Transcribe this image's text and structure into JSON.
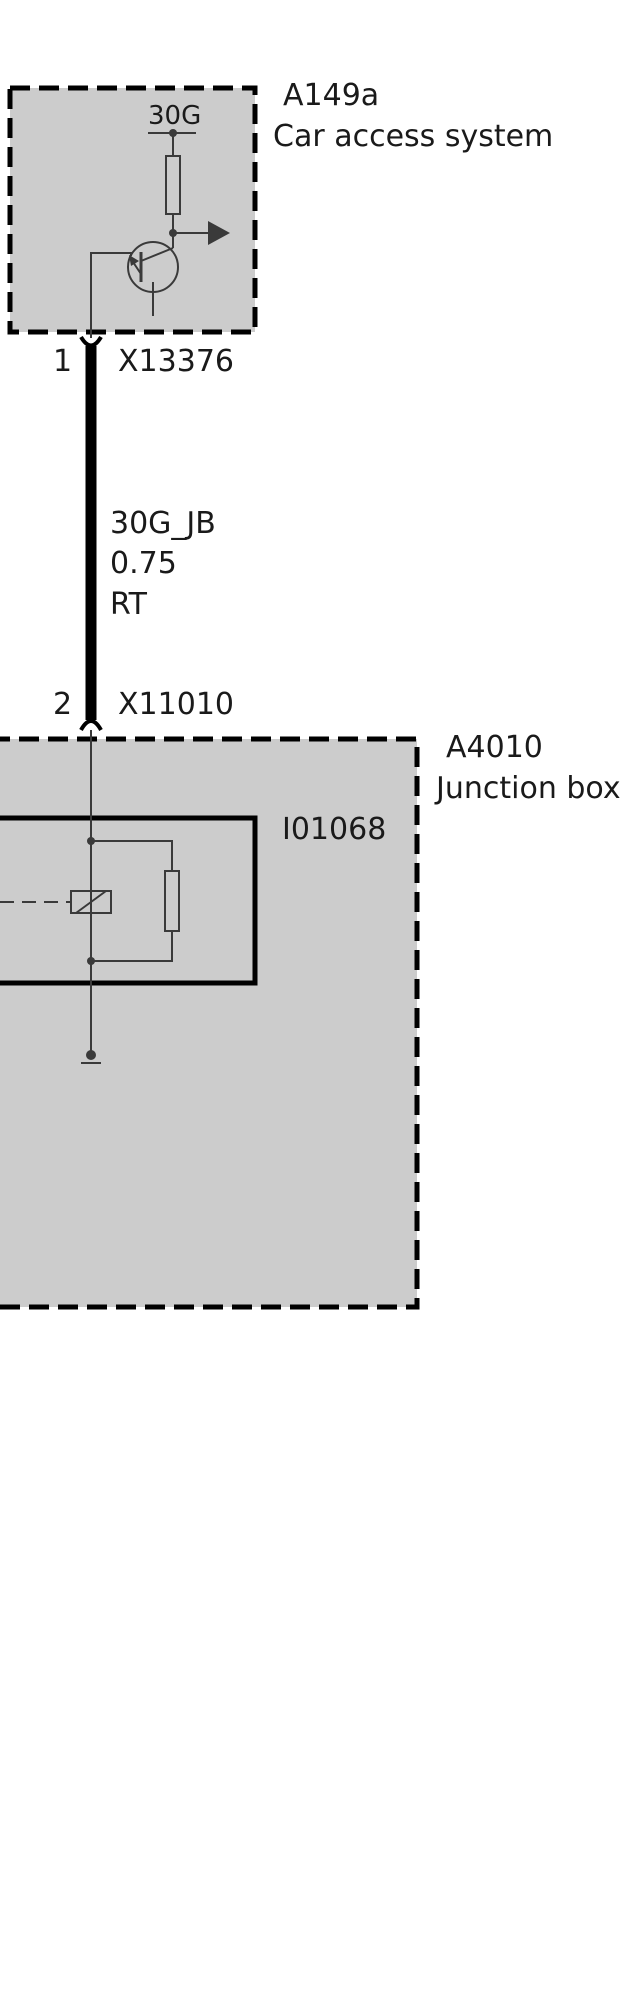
{
  "components": {
    "car_access": {
      "id": "A149a",
      "name": "Car access system",
      "supply_label": "30G"
    },
    "junction_box": {
      "id": "A4010",
      "name": "Junction box",
      "relay_id": "I01068"
    }
  },
  "connectors": {
    "top": {
      "pin": "1",
      "id": "X13376"
    },
    "bottom": {
      "pin": "2",
      "id": "X11010"
    }
  },
  "wire": {
    "signal": "30G_JB",
    "gauge": "0.75",
    "color_code": "RT"
  },
  "colors": {
    "module_fill": "#cccccc",
    "line": "#3a3a3a",
    "border": "#000000",
    "background": "#ffffff"
  }
}
